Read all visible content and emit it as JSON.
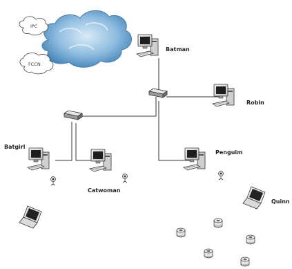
{
  "diagram": {
    "internet_clouds": {
      "left_top": "IPC",
      "left_bottom": "FCCN"
    },
    "nodes": {
      "batman": "Batman",
      "robin": "Robin",
      "batgirl": "Batgirl",
      "catwoman": "Catwoman",
      "penguim": "Penguim",
      "quinn": "Quinn"
    },
    "colors": {
      "line": "#333333",
      "cloud_fill": "#7fb0d8",
      "cloud_edge": "#6a8fb0",
      "device_dark": "#2c2c2c",
      "device_light": "#e6e6e6"
    }
  }
}
